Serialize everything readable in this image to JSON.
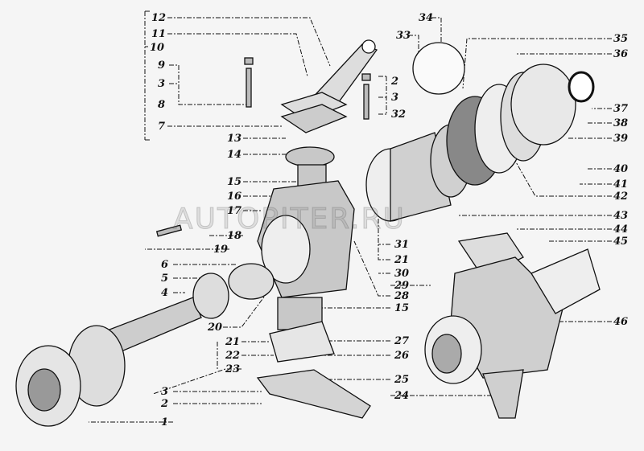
{
  "diagram": {
    "type": "exploded-view parts diagram",
    "watermark": "AUTOPITER.RU",
    "ink_color": "#111111",
    "paper_color": "#f5f5f5",
    "callouts": [
      {
        "id": "c12",
        "text": "12"
      },
      {
        "id": "c11",
        "text": "11"
      },
      {
        "id": "c10",
        "text": "10"
      },
      {
        "id": "c9",
        "text": "9"
      },
      {
        "id": "c3a",
        "text": "3"
      },
      {
        "id": "c8",
        "text": "8"
      },
      {
        "id": "c7",
        "text": "7"
      },
      {
        "id": "c13",
        "text": "13"
      },
      {
        "id": "c14",
        "text": "14"
      },
      {
        "id": "c15a",
        "text": "15"
      },
      {
        "id": "c16",
        "text": "16"
      },
      {
        "id": "c17",
        "text": "17"
      },
      {
        "id": "c18",
        "text": "18"
      },
      {
        "id": "c19",
        "text": "19"
      },
      {
        "id": "c6",
        "text": "6"
      },
      {
        "id": "c5",
        "text": "5"
      },
      {
        "id": "c4",
        "text": "4"
      },
      {
        "id": "c20",
        "text": "20"
      },
      {
        "id": "c21a",
        "text": "21"
      },
      {
        "id": "c22",
        "text": "22"
      },
      {
        "id": "c23",
        "text": "23"
      },
      {
        "id": "c3b",
        "text": "3"
      },
      {
        "id": "c2a",
        "text": "2"
      },
      {
        "id": "c1",
        "text": "1"
      },
      {
        "id": "c2b",
        "text": "2"
      },
      {
        "id": "c3c",
        "text": "3"
      },
      {
        "id": "c32",
        "text": "32"
      },
      {
        "id": "c34",
        "text": "34"
      },
      {
        "id": "c33",
        "text": "33"
      },
      {
        "id": "c35",
        "text": "35"
      },
      {
        "id": "c36",
        "text": "36"
      },
      {
        "id": "c37",
        "text": "37"
      },
      {
        "id": "c38",
        "text": "38"
      },
      {
        "id": "c39",
        "text": "39"
      },
      {
        "id": "c40",
        "text": "40"
      },
      {
        "id": "c41",
        "text": "41"
      },
      {
        "id": "c42",
        "text": "42"
      },
      {
        "id": "c43",
        "text": "43"
      },
      {
        "id": "c44",
        "text": "44"
      },
      {
        "id": "c45",
        "text": "45"
      },
      {
        "id": "c46",
        "text": "46"
      },
      {
        "id": "c31",
        "text": "31"
      },
      {
        "id": "c21b",
        "text": "21"
      },
      {
        "id": "c30",
        "text": "30"
      },
      {
        "id": "c29",
        "text": "29"
      },
      {
        "id": "c28",
        "text": "28"
      },
      {
        "id": "c15b",
        "text": "15"
      },
      {
        "id": "c27",
        "text": "27"
      },
      {
        "id": "c26",
        "text": "26"
      },
      {
        "id": "c25",
        "text": "25"
      },
      {
        "id": "c24",
        "text": "24"
      }
    ]
  }
}
